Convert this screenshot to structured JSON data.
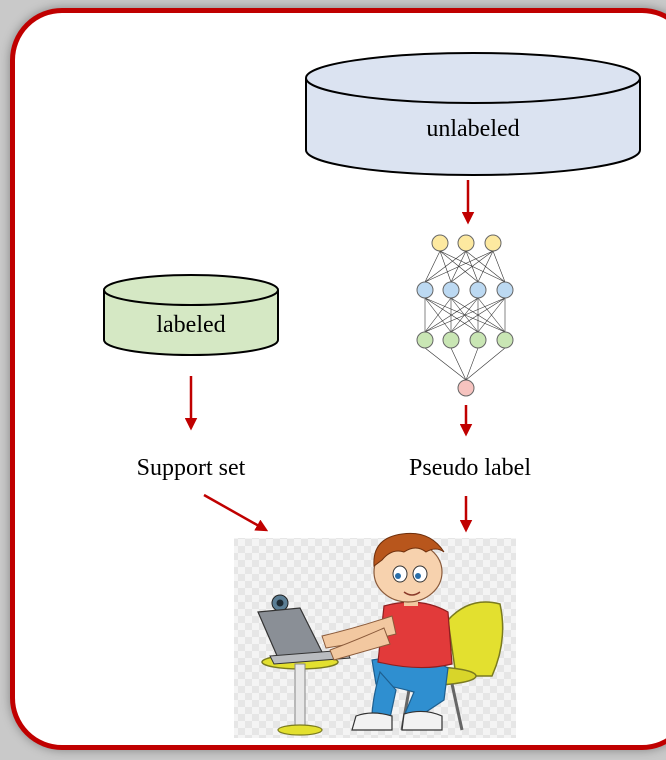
{
  "databases": {
    "unlabeled": {
      "label": "unlabeled"
    },
    "labeled": {
      "label": "labeled"
    }
  },
  "captions": {
    "support_set": "Support set",
    "pseudo_label": "Pseudo label"
  },
  "colors": {
    "frame": "#c00000",
    "arrow": "#c00000",
    "unlabeled_fill": "#dbe3f1",
    "labeled_fill": "#d5e8c4",
    "input_nodes": "#fde9a0",
    "hidden_nodes": "#bcd9f2",
    "output_nodes": "#c9e6b4",
    "result_node": "#f6c3bf"
  },
  "illustration": {
    "subject": "boy-at-laptop-illustration"
  }
}
